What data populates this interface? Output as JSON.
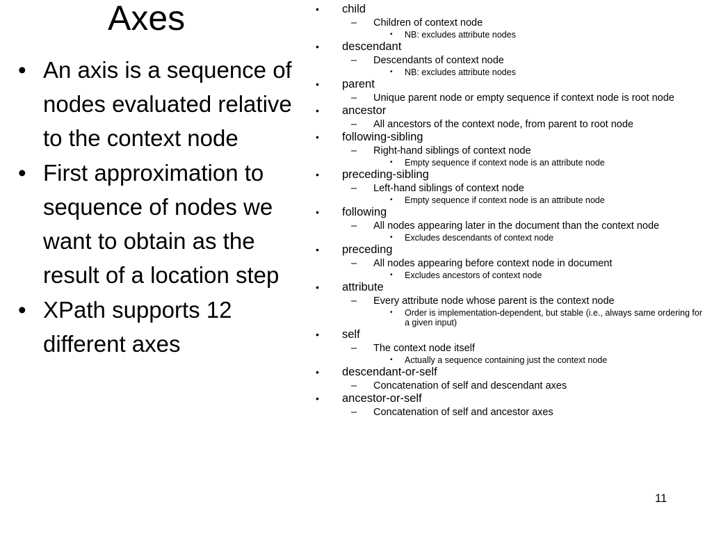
{
  "slide": {
    "title": "Axes",
    "page_number": "11"
  },
  "left_bullets": [
    "An axis is a sequence of nodes evaluated relative to the context node",
    "First approximation to sequence of nodes we want to obtain as the result of a location step",
    "XPath supports 12 different axes"
  ],
  "axes": [
    {
      "name": "child",
      "descriptions": [
        {
          "text": "Children of context node",
          "notes": [
            "NB: excludes attribute nodes"
          ]
        }
      ]
    },
    {
      "name": "descendant",
      "descriptions": [
        {
          "text": "Descendants of context node",
          "notes": [
            "NB: excludes attribute nodes"
          ]
        }
      ]
    },
    {
      "name": "parent",
      "descriptions": [
        {
          "text": "Unique parent node or empty sequence if context node is root node",
          "notes": []
        }
      ]
    },
    {
      "name": "ancestor",
      "descriptions": [
        {
          "text": "All ancestors of the context node, from parent to root node",
          "notes": []
        }
      ]
    },
    {
      "name": "following-sibling",
      "descriptions": [
        {
          "text": "Right-hand siblings of context node",
          "notes": [
            "Empty sequence if context node is an attribute node"
          ]
        }
      ]
    },
    {
      "name": "preceding-sibling",
      "descriptions": [
        {
          "text": "Left-hand siblings of context node",
          "notes": [
            "Empty sequence if context node is an attribute node"
          ]
        }
      ]
    },
    {
      "name": "following",
      "descriptions": [
        {
          "text": "All nodes appearing later in the document than the context node",
          "notes": [
            "Excludes descendants of context node"
          ]
        }
      ]
    },
    {
      "name": "preceding",
      "descriptions": [
        {
          "text": "All nodes appearing before context node in document",
          "notes": [
            "Excludes ancestors of context node"
          ]
        }
      ]
    },
    {
      "name": "attribute",
      "descriptions": [
        {
          "text": "Every attribute node whose parent is the context node",
          "notes": [
            "Order is implementation-dependent, but stable (i.e., always same ordering for a given input)"
          ]
        }
      ]
    },
    {
      "name": "self",
      "descriptions": [
        {
          "text": "The context node itself",
          "notes": [
            "Actually a sequence containing just the context node"
          ]
        }
      ]
    },
    {
      "name": "descendant-or-self",
      "descriptions": [
        {
          "text": "Concatenation of self and descendant axes",
          "notes": []
        }
      ]
    },
    {
      "name": "ancestor-or-self",
      "descriptions": [
        {
          "text": "Concatenation of self and ancestor axes",
          "notes": []
        }
      ]
    }
  ]
}
